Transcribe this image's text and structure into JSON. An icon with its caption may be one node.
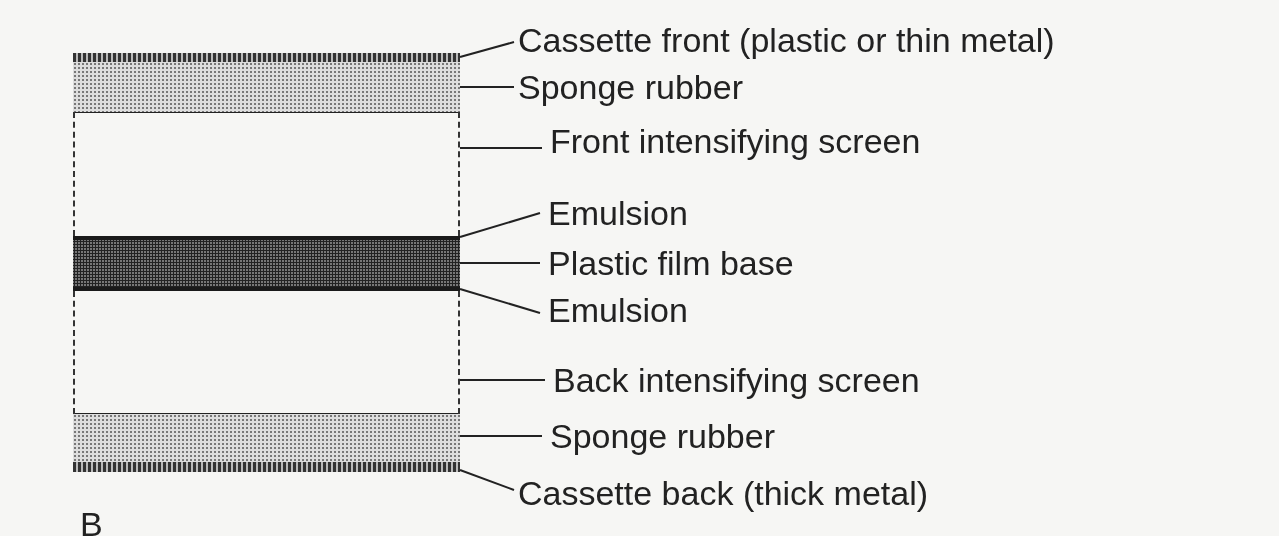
{
  "diagram": {
    "nodes": [
      {
        "text": [
          "Cassette front (plastic or thin metal)"
        ]
      },
      {
        "text": [
          "Sponge rubber"
        ]
      },
      {
        "text": [
          "Front intensifying screen"
        ]
      },
      {
        "text": [
          "Emulsion"
        ]
      },
      {
        "text": [
          "Plastic film base"
        ]
      },
      {
        "text": [
          "Emulsion"
        ]
      },
      {
        "text": [
          "Back intensifying screen"
        ]
      },
      {
        "text": [
          "Sponge rubber"
        ]
      },
      {
        "text": [
          "Cassette back (thick metal)"
        ]
      },
      {
        "text": [],
        "shape": "bar"
      },
      {
        "text": [],
        "shape": "bar"
      },
      {
        "text": [],
        "shape": "box"
      },
      {
        "text": [],
        "shape": "bar"
      },
      {
        "text": [],
        "shape": "bar"
      },
      {
        "text": [],
        "shape": "bar"
      },
      {
        "text": [],
        "shape": "box"
      },
      {
        "text": [],
        "shape": "bar"
      },
      {
        "text": [],
        "shape": "bar"
      }
    ],
    "edges": [
      {
        "from": 0,
        "to": 9,
        "arrow": "none"
      },
      {
        "from": 1,
        "to": 10,
        "arrow": "none"
      },
      {
        "from": 2,
        "to": 11,
        "arrow": "none"
      },
      {
        "from": 3,
        "to": 12,
        "arrow": "none"
      },
      {
        "from": 4,
        "to": 13,
        "arrow": "none"
      },
      {
        "from": 5,
        "to": 14,
        "arrow": "none"
      },
      {
        "from": 6,
        "to": 15,
        "arrow": "none"
      },
      {
        "from": 7,
        "to": 16,
        "arrow": "none"
      },
      {
        "from": 8,
        "to": 17,
        "arrow": "none"
      }
    ],
    "labels": [
      "B"
    ]
  }
}
